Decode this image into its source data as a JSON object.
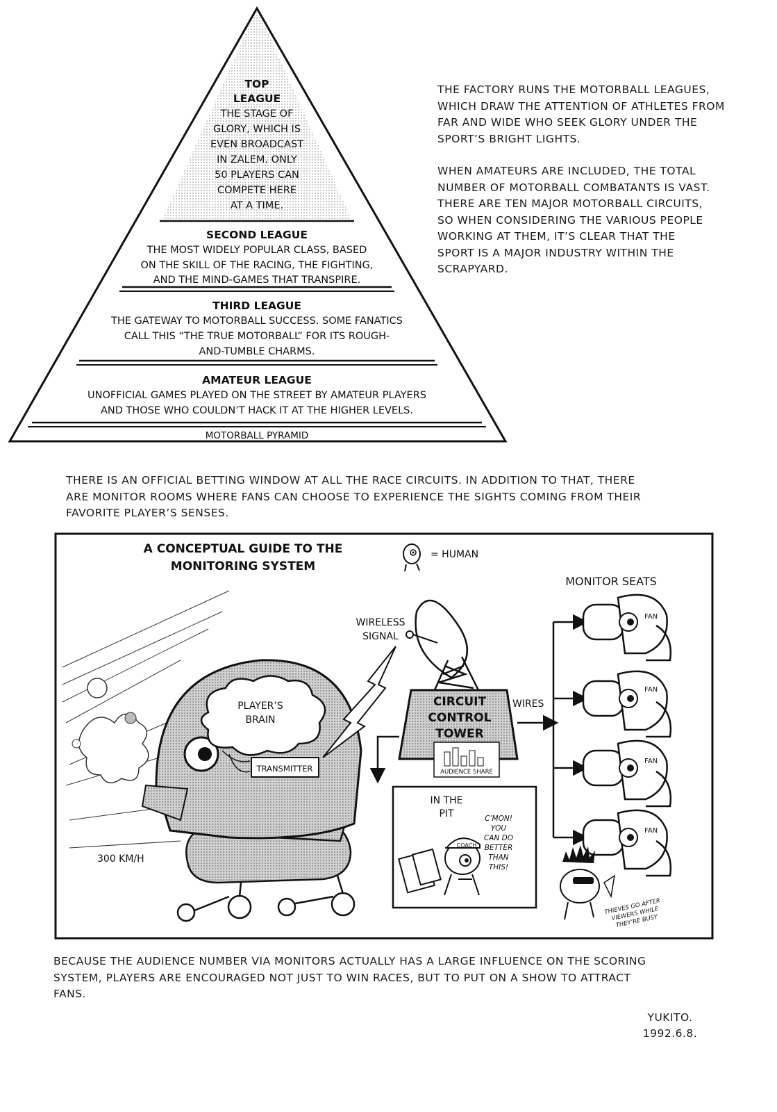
{
  "pyramid": {
    "tiers": [
      {
        "title_lines": [
          "TOP",
          "LEAGUE"
        ],
        "desc_lines": [
          "THE STAGE OF",
          "GLORY, WHICH IS",
          "EVEN BROADCAST",
          "IN ZALEM. ONLY",
          "50 PLAYERS CAN",
          "COMPETE HERE",
          "AT A TIME."
        ]
      },
      {
        "title": "SECOND LEAGUE",
        "desc_lines": [
          "THE MOST WIDELY POPULAR CLASS, BASED",
          "ON THE SKILL OF THE RACING, THE FIGHTING,",
          "AND THE MIND-GAMES THAT TRANSPIRE."
        ]
      },
      {
        "title": "THIRD LEAGUE",
        "desc_lines": [
          "THE GATEWAY TO MOTORBALL SUCCESS. SOME FANATICS",
          "CALL THIS “THE TRUE MOTORBALL” FOR ITS ROUGH-",
          "AND-TUMBLE CHARMS."
        ]
      },
      {
        "title": "AMATEUR LEAGUE",
        "desc_lines": [
          "UNOFFICIAL GAMES PLAYED ON THE STREET BY AMATEUR PLAYERS",
          "AND THOSE WHO COULDN’T HACK IT AT THE HIGHER LEVELS."
        ]
      }
    ],
    "caption": "MOTORBALL PYRAMID"
  },
  "intro_text": {
    "p1": "THE FACTORY RUNS THE MOTORBALL LEAGUES,\nWHICH DRAW THE ATTENTION OF ATHLETES FROM\nFAR AND WIDE WHO SEEK GLORY UNDER THE\nSPORT’S BRIGHT LIGHTS.",
    "p2": "WHEN AMATEURS ARE INCLUDED, THE TOTAL\nNUMBER OF MOTORBALL COMBATANTS IS VAST.\nTHERE ARE TEN MAJOR MOTORBALL CIRCUITS,\nSO WHEN CONSIDERING THE VARIOUS PEOPLE\nWORKING AT THEM, IT’S CLEAR THAT THE\nSPORT IS A MAJOR INDUSTRY WITHIN THE\nSCRAPYARD."
  },
  "betting_text": "THERE IS AN OFFICIAL BETTING WINDOW AT ALL THE RACE CIRCUITS. IN ADDITION TO THAT, THERE\nARE MONITOR ROOMS WHERE FANS CAN CHOOSE TO EXPERIENCE THE SIGHTS COMING FROM THEIR\nFAVORITE PLAYER’S SENSES.",
  "guide": {
    "title_lines": [
      "A CONCEPTUAL GUIDE TO THE",
      "MONITORING SYSTEM"
    ],
    "legend": "= HUMAN",
    "monitor_seats": "MONITOR SEATS",
    "wireless_lines": [
      "WIRELESS",
      "SIGNAL"
    ],
    "brain_lines": [
      "PLAYER’S",
      "BRAIN"
    ],
    "transmitter": "TRANSMITTER",
    "tower_lines": [
      "CIRCUIT",
      "CONTROL",
      "TOWER"
    ],
    "audience_share": "AUDIENCE SHARE",
    "wires": "WIRES",
    "pit_lines": [
      "IN THE",
      "PIT"
    ],
    "coach": "COACH",
    "coach_speech_lines": [
      "C’MON!",
      "YOU",
      "CAN DO",
      "BETTER",
      "THAN",
      "THIS!"
    ],
    "speed": "300 KM/H",
    "fan": "FAN",
    "thieves_lines": [
      "THIEVES GO AFTER",
      "VIEWERS WHILE",
      "THEY’RE BUSY"
    ]
  },
  "footer_text": "BECAUSE THE AUDIENCE NUMBER VIA MONITORS ACTUALLY HAS A LARGE INFLUENCE ON THE SCORING\nSYSTEM, PLAYERS ARE ENCOURAGED NOT JUST TO WIN RACES, BUT TO PUT ON A SHOW TO ATTRACT\nFANS.",
  "signature": {
    "name": "YUKITO.",
    "date": "1992.6.8."
  }
}
